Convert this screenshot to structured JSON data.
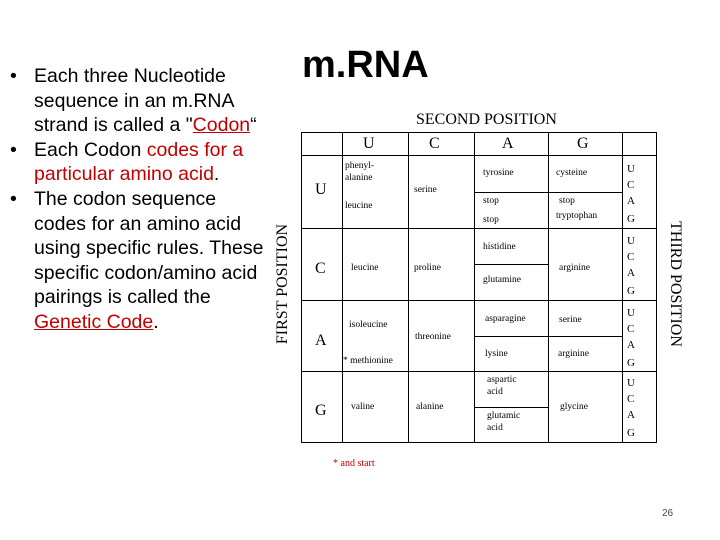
{
  "bullets": [
    {
      "text": "Each three Nucleotide sequence in an m.RNA strand is called a \"",
      "link": "Codon",
      "after": "“"
    },
    {
      "pre": "Each Codon ",
      "red": "codes for a particular amino acid",
      "post": "."
    },
    {
      "text": "The codon sequence codes for an amino acid using specific rules.  These specific codon/amino acid pairings is called the ",
      "link": "Genetic Code",
      "after": "."
    }
  ],
  "title": "m.RNA",
  "table": {
    "second_position": "SECOND POSITION",
    "first_position": "FIRST POSITION",
    "third_position": "THIRD POSITION",
    "col_heads": [
      "U",
      "C",
      "A",
      "G"
    ],
    "row_heads": [
      "U",
      "C",
      "A",
      "G"
    ],
    "third_bases": [
      "U",
      "C",
      "A",
      "G",
      "U",
      "C",
      "A",
      "G",
      "U",
      "C",
      "A",
      "G",
      "U",
      "C",
      "A",
      "G"
    ],
    "cells": {
      "uu": [
        "phenyl-",
        "alanine",
        "leucine"
      ],
      "uc": "serine",
      "ua": [
        "tyrosine",
        "stop",
        "stop"
      ],
      "ug": [
        "cysteine",
        "stop",
        "tryptophan"
      ],
      "cu": "leucine",
      "cc": "proline",
      "ca": [
        "histidine",
        "glutamine"
      ],
      "cg": "arginine",
      "au": [
        "isoleucine",
        "* methionine"
      ],
      "ac": "threonine",
      "aa": [
        "asparagine",
        "lysine"
      ],
      "ag": [
        "serine",
        "arginine"
      ],
      "gu": "valine",
      "gc": "alanine",
      "ga": [
        "aspartic",
        "acid",
        "glutamic",
        "acid"
      ],
      "gg": "glycine"
    },
    "footnote": "* and start"
  },
  "page_number": "26",
  "colors": {
    "accent": "#c00000",
    "text": "#000000"
  }
}
